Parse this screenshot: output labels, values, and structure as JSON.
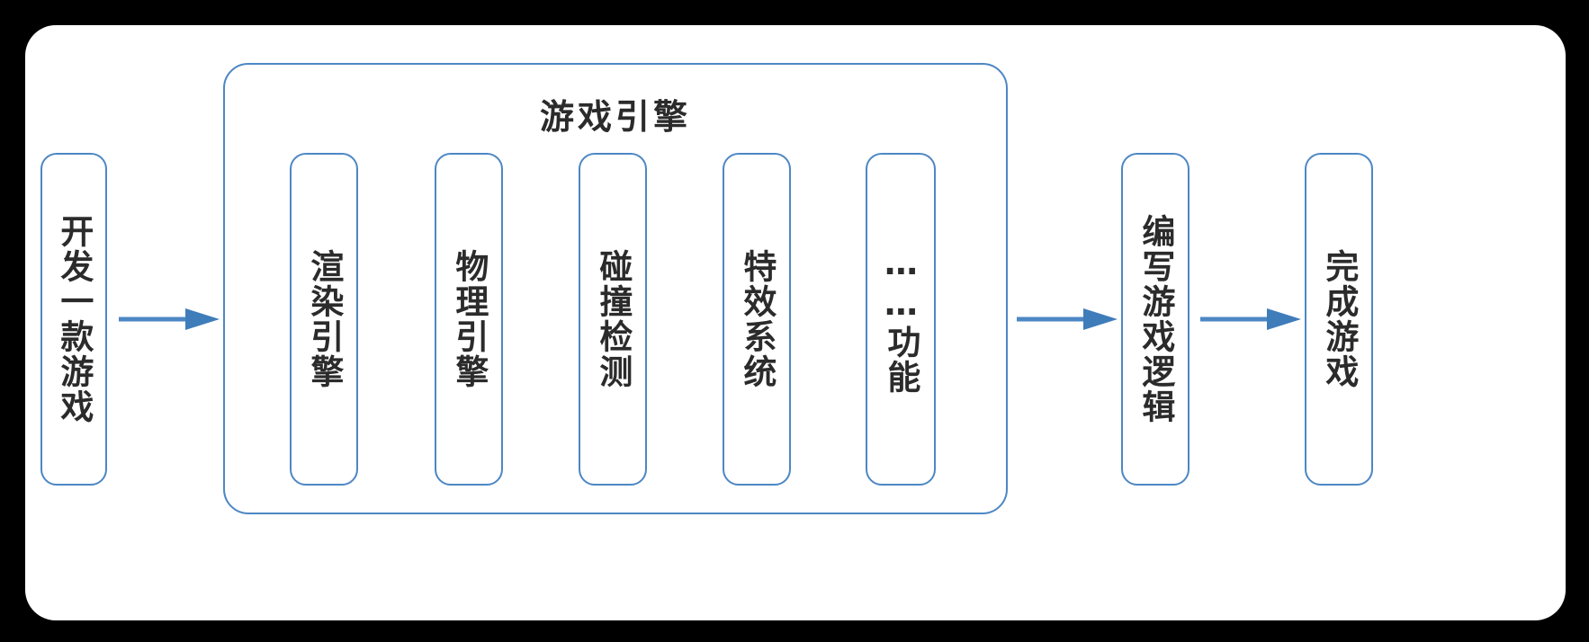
{
  "diagram": {
    "type": "flow",
    "title": "",
    "background_color": "#000000",
    "card_color": "#ffffff",
    "accent_color": "#4d87c4",
    "text_color": "#2b2b2b",
    "nodes": [
      {
        "id": "develop-game",
        "label": "开发一款游戏"
      },
      {
        "id": "render-engine",
        "label": "渲染引擎"
      },
      {
        "id": "physics-engine",
        "label": "物理引擎"
      },
      {
        "id": "collision-detection",
        "label": "碰撞检测"
      },
      {
        "id": "effects-system",
        "label": "特效系统"
      },
      {
        "id": "other-features",
        "label": "……功能"
      },
      {
        "id": "write-game-logic",
        "label": "编写游戏逻辑"
      },
      {
        "id": "finish-game",
        "label": "完成游戏"
      }
    ],
    "group": {
      "id": "game-engine",
      "label": "游戏引擎",
      "members": [
        "render-engine",
        "physics-engine",
        "collision-detection",
        "effects-system",
        "other-features"
      ]
    },
    "arrows": [
      {
        "id": "arrow-1",
        "from": "develop-game",
        "to": "game-engine"
      },
      {
        "id": "arrow-2",
        "from": "game-engine",
        "to": "write-game-logic"
      },
      {
        "id": "arrow-3",
        "from": "write-game-logic",
        "to": "finish-game"
      }
    ]
  }
}
